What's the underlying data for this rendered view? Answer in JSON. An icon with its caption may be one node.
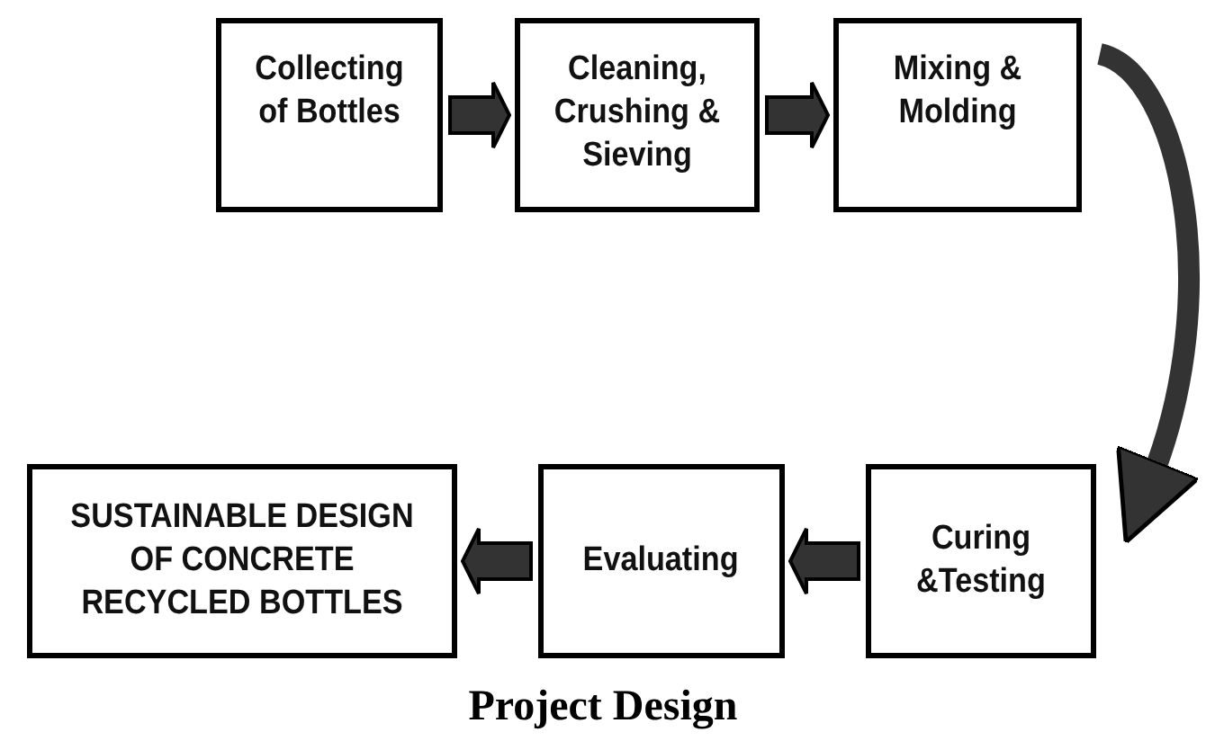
{
  "diagram": {
    "caption": "Project Design",
    "nodes": [
      {
        "text": [
          "Collecting of Bottles"
        ]
      },
      {
        "text": [
          "Cleaning, Crushing & Sieving"
        ]
      },
      {
        "text": [
          "Mixing & Molding"
        ]
      },
      {
        "text": [
          "Curing &Testing"
        ]
      },
      {
        "text": [
          "Evaluating"
        ]
      },
      {
        "text": [
          "SUSTAINABLE DESIGN OF CONCRETE RECYCLED BOTTLES"
        ]
      }
    ],
    "edges": [
      {
        "from": 0,
        "to": 1,
        "arrow": "to"
      },
      {
        "from": 1,
        "to": 2,
        "arrow": "to"
      },
      {
        "from": 2,
        "to": 3,
        "arrow": "to"
      },
      {
        "from": 3,
        "to": 4,
        "arrow": "to"
      },
      {
        "from": 4,
        "to": 5,
        "arrow": "to"
      }
    ]
  }
}
